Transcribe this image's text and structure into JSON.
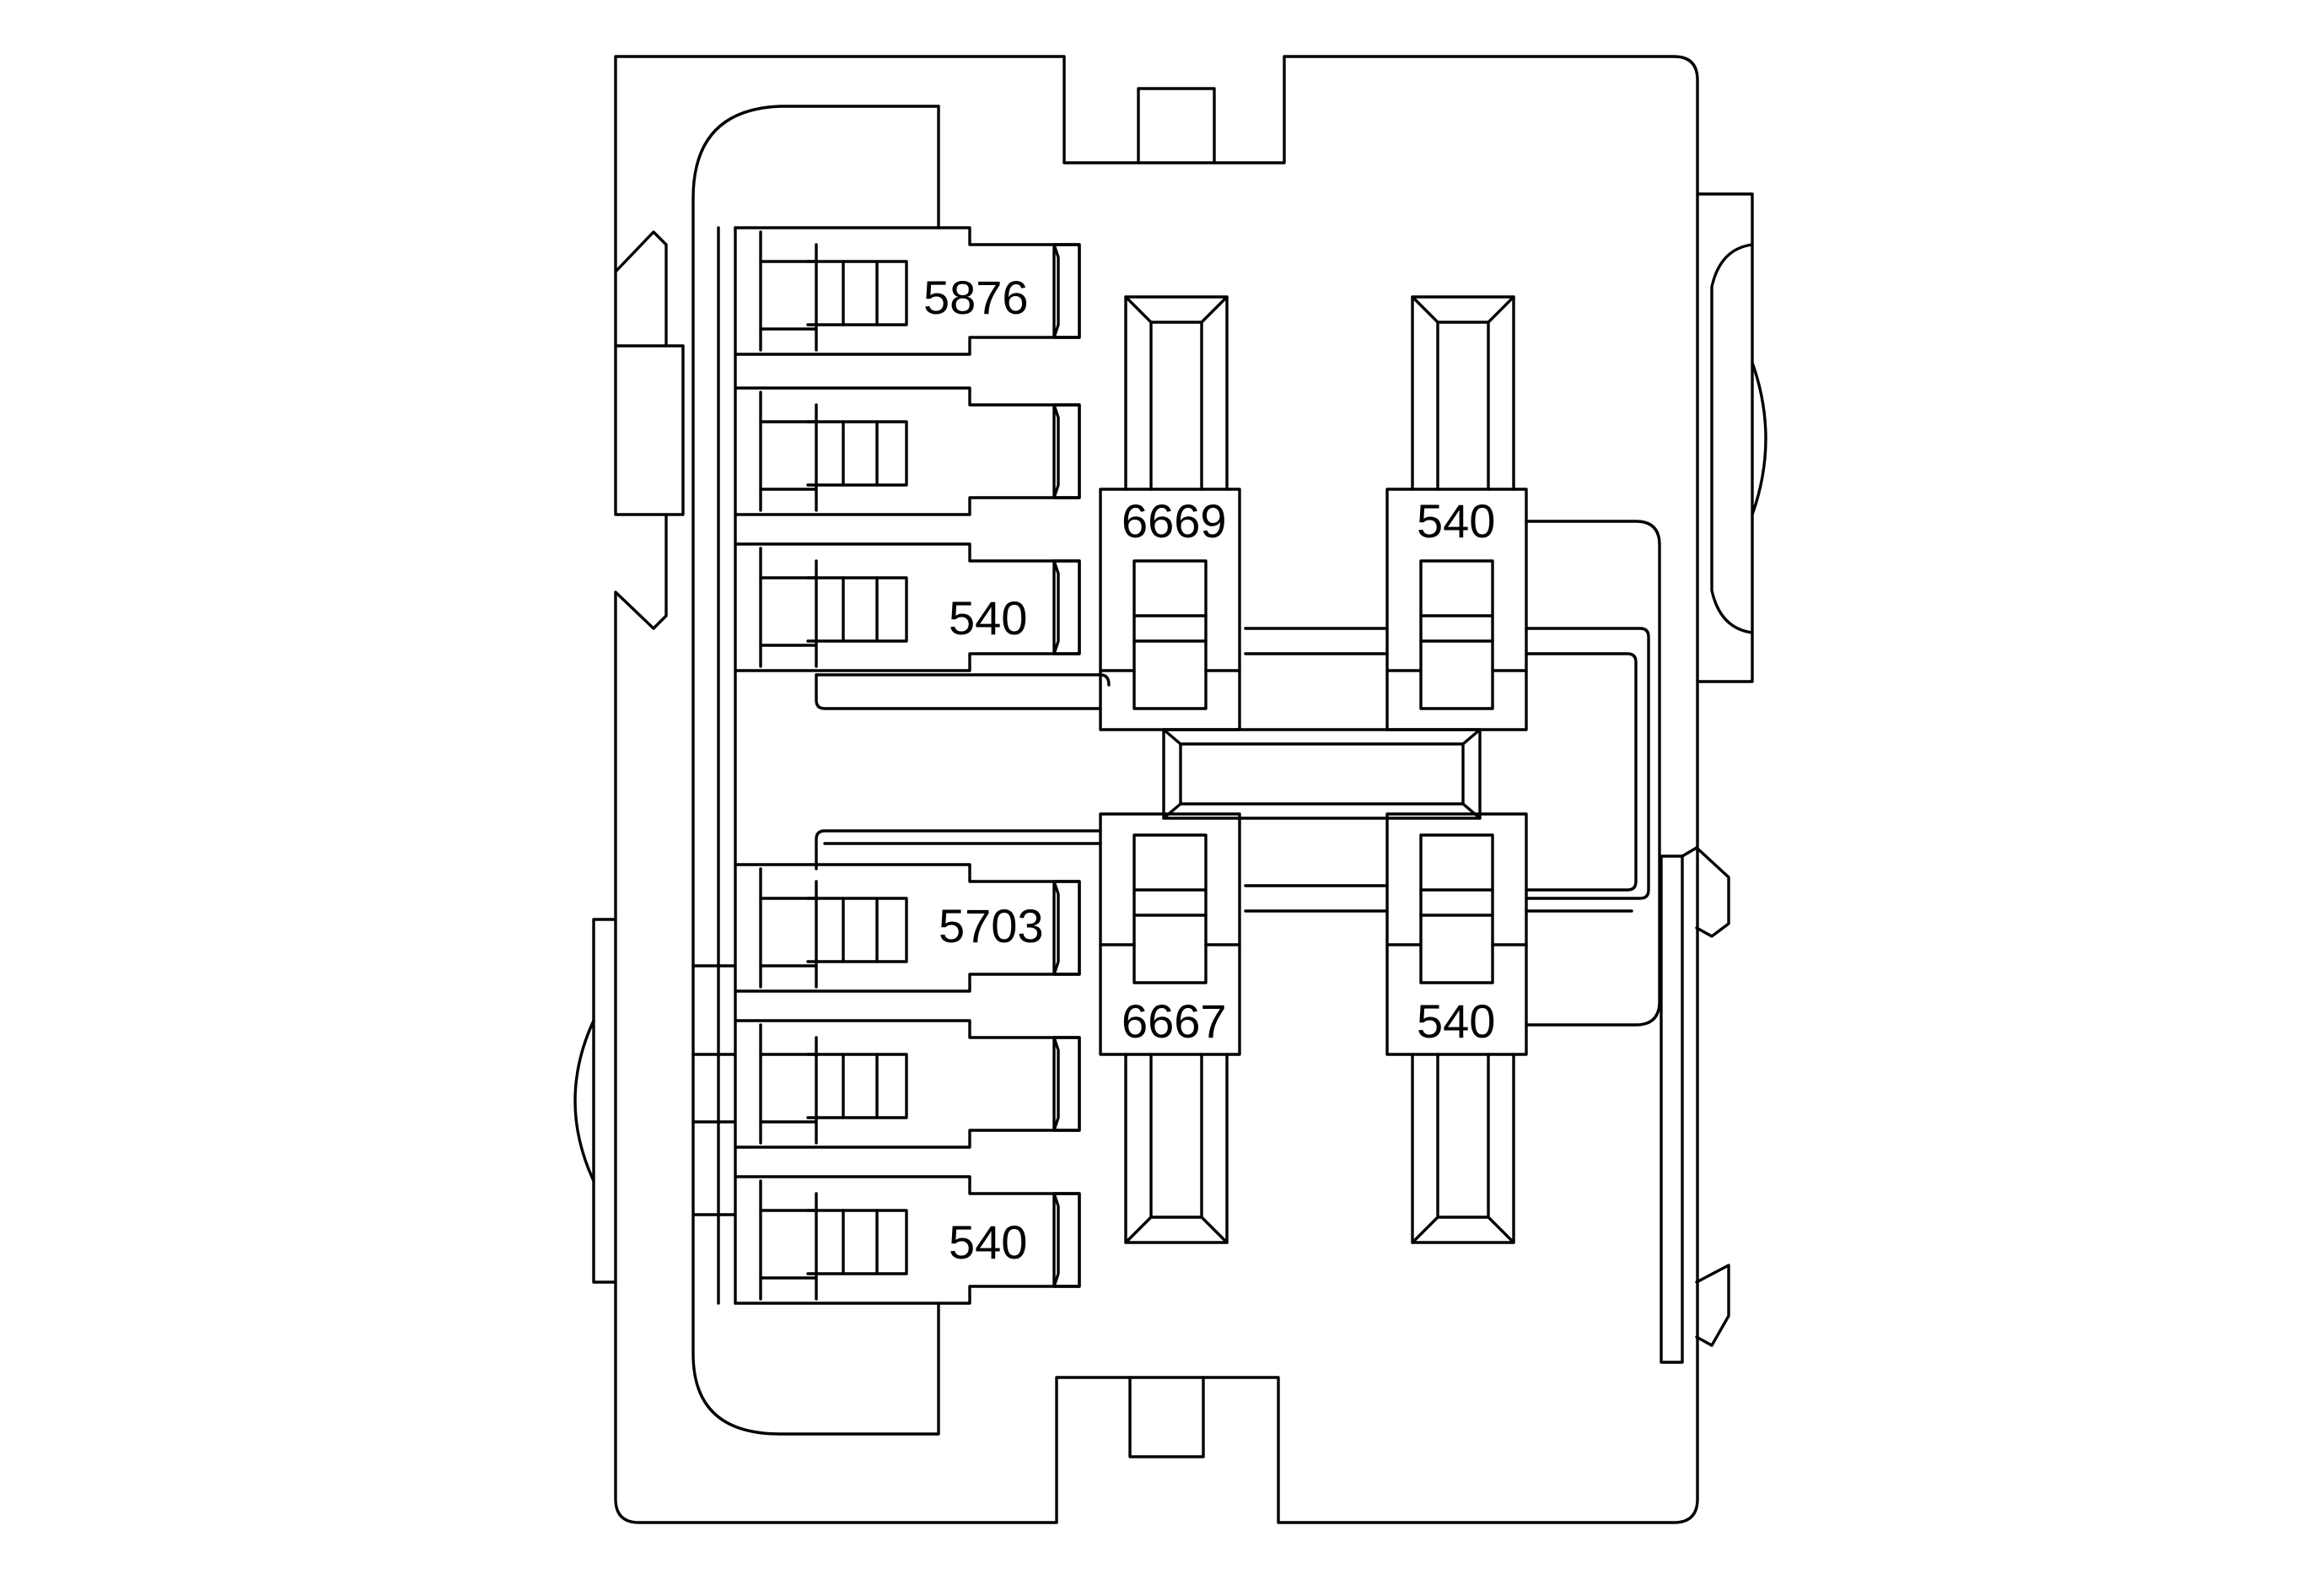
{
  "connector": {
    "left_cavities": [
      {
        "label": "5876"
      },
      {
        "label": ""
      },
      {
        "label": "540"
      },
      {
        "label": "5703"
      },
      {
        "label": ""
      },
      {
        "label": "540"
      }
    ],
    "center_cavities": [
      {
        "label": "6669"
      },
      {
        "label": "540"
      },
      {
        "label": "6667"
      },
      {
        "label": "540"
      }
    ]
  }
}
